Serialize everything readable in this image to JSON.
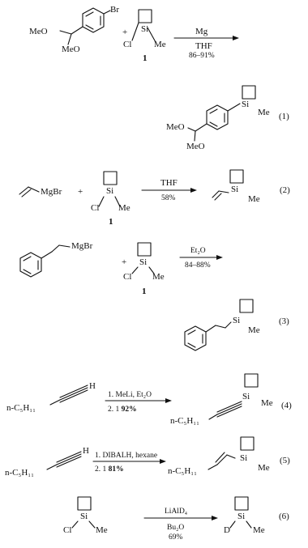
{
  "reactions": [
    {
      "number": "",
      "reactant_groups": [
        "MeO",
        "MeO",
        "Br"
      ],
      "plus": "+",
      "reagent_atoms": [
        "Si",
        "Cl",
        "Me"
      ],
      "compound_number": "1",
      "conditions_above": "Mg",
      "conditions_below": [
        "THF",
        "86–91%"
      ]
    },
    {
      "number": "(1)",
      "product_groups": [
        "MeO",
        "MeO",
        "Si",
        "Me"
      ]
    },
    {
      "number": "(2)",
      "reactant": "MgBr",
      "plus": "+",
      "reagent_atoms": [
        "Si",
        "Cl",
        "Me"
      ],
      "compound_number": "1",
      "conditions_above": "THF",
      "conditions_below": [
        "58%"
      ],
      "product_atoms": [
        "Si",
        "Me"
      ]
    },
    {
      "number": "(3)",
      "reactant": "MgBr",
      "plus": "+",
      "reagent_atoms": [
        "Si",
        "Cl",
        "Me"
      ],
      "compound_number": "1",
      "conditions_above": "Et₂O",
      "conditions_below": [
        "84–88%"
      ],
      "product_atoms": [
        "Si",
        "Me"
      ]
    },
    {
      "number": "(4)",
      "reactant_atoms": [
        "H",
        "n-C₅H₁₁"
      ],
      "conditions": [
        "1. MeLi, Et₂O",
        "2.  1",
        " 92%"
      ],
      "product_atoms": [
        "Si",
        "Me",
        "n-C₅H₁₁"
      ]
    },
    {
      "number": "(5)",
      "reactant_atoms": [
        "H",
        "n-C₅H₁₁"
      ],
      "conditions": [
        "1. DIBALH, hexane",
        "2.  1",
        " 81%"
      ],
      "product_atoms": [
        "Si",
        "Me",
        "n-C₅H₁₁"
      ]
    },
    {
      "number": "(6)",
      "reactant_atoms": [
        "Si",
        "Cl",
        "Me"
      ],
      "conditions_above": "LiAlD₄",
      "conditions_below": [
        "Bu₂O",
        "69%"
      ],
      "product_atoms": [
        "Si",
        "D",
        "Me"
      ]
    }
  ]
}
